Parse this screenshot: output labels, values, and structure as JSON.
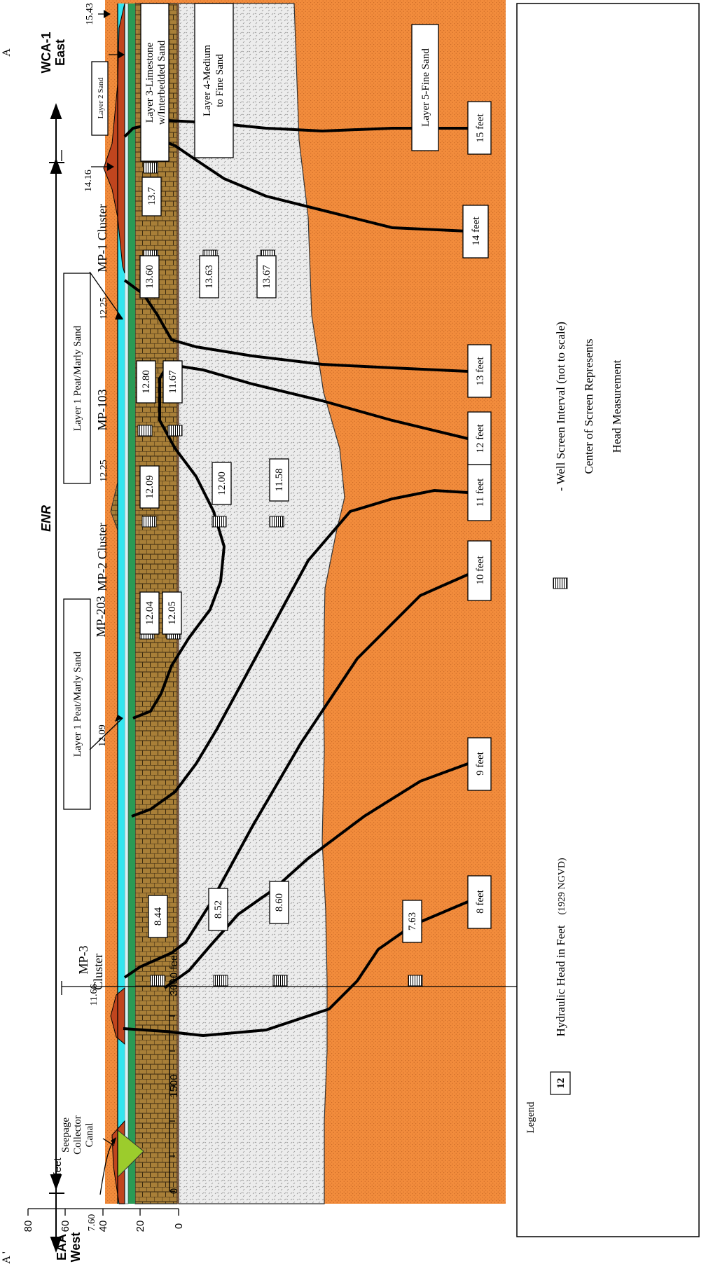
{
  "markers": {
    "top_left": "A '",
    "top_right": "A"
  },
  "ends": {
    "west_line1": "EAA",
    "west_line2": "West",
    "east_line1": "WCA-1",
    "east_line2": "East",
    "enr": "ENR"
  },
  "top_values": {
    "v760": "7.60",
    "v1166": "11.66",
    "v1209": "12.09",
    "v1225a": "12.25",
    "v1225b": "12.25",
    "v1416": "14.16",
    "v1543": "15.43"
  },
  "wells": {
    "mp3_line1": "MP-3",
    "mp3_line2": "Cluster",
    "seep_line1": "Seepage",
    "seep_line2": "Collector",
    "seep_line3": "Canal",
    "mp203": "MP-203",
    "mp2": "MP-2 Cluster",
    "mp103": "MP-103",
    "mp1": "MP-1 Cluster"
  },
  "layers": {
    "layer1_a": "Layer 1 Peat/Marly Sand",
    "layer1_b": "Layer 1 Peat/Marly Sand",
    "layer2": "Layer 2 Sand",
    "layer3_line1": "Layer 3-Limestone",
    "layer3_line2": "w/Interbedded Sand",
    "layer4_line1": "Layer 4-Medium",
    "layer4_line2": "to Fine Sand",
    "layer5": "Layer 5-Fine Sand"
  },
  "heads": {
    "h844": "8.44",
    "h852": "8.52",
    "h860": "8.60",
    "h763": "7.63",
    "h1204": "12.04",
    "h1205": "12.05",
    "h1209": "12.09",
    "h1200": "12.00",
    "h1158": "11.58",
    "h1280": "12.80",
    "h1167": "11.67",
    "h1360": "13.60",
    "h1363": "13.63",
    "h1367": "13.67",
    "h137": "13.7"
  },
  "contours": {
    "c8": "8 feet",
    "c9": "9 feet",
    "c10": "10 feet",
    "c11": "11 feet",
    "c12": "12 feet",
    "c13": "13 feet",
    "c14": "14 feet",
    "c15": "15 feet"
  },
  "scale": {
    "feet": "feet",
    "v80": "80",
    "v60": "60",
    "v40": "40",
    "v20": "20",
    "v0": "0",
    "h0": "0",
    "h1500": "1500",
    "h3000": "3000 feet"
  },
  "legend": {
    "title": "Legend",
    "sample": "12",
    "hydraulic": "Hydraulic Head in Feet",
    "datum": "(1929 NGVD)",
    "screen": "- Well Screen Interval (not to scale)",
    "center": "Center of Screen Represents",
    "head": "Head Measurement"
  },
  "colors": {
    "layer5": "#f28c3c",
    "layer4": "#e4e4e4",
    "layer3": "#a87f38",
    "water": "#33e6ef",
    "peat": "#c0451e",
    "green": "#2a9a55",
    "canal": "#9ccc2c"
  }
}
